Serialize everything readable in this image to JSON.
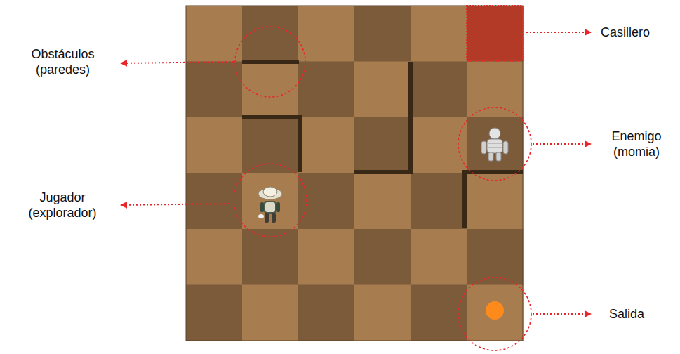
{
  "diagram": {
    "labels": [
      "Obstáculos (paredes)",
      "Jugador (explorador)",
      "Casillero",
      "Enemigo (momia)",
      "Salida"
    ]
  }
}
